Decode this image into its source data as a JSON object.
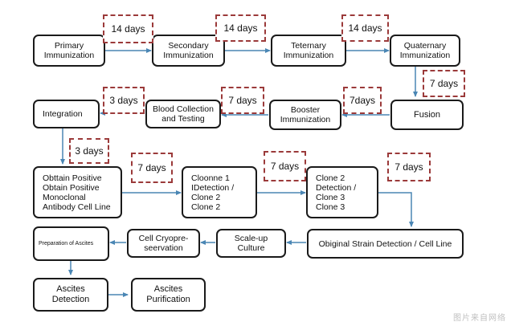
{
  "colors": {
    "arrow": "#4a86b4",
    "box_border": "#1a1a1a",
    "days_border": "#9b3a3a"
  },
  "nodes": {
    "primary": "Primary\nImmunization",
    "secondary": "Secondary\nImmunization",
    "teternary": "Teternary\nImmunization",
    "quaternary": "Quaternary\nImmunization",
    "fusion": "Fusion",
    "booster": "Booster\nImmunization",
    "blood": "Blood Collection\nand Testing",
    "integration": "Integration",
    "obtain": "Obttain Positive\nObtain Positive\nMonoclonal\nAntibody Cell Line",
    "cloone1": "Cloonne 1\nIDetection /\nClone 2\nClone 2",
    "clone2": "Clone 2\nDetection /\nClone 3\nClone 3",
    "original": "Obiginal Strain Detection / Cell Line",
    "scaleup": "Scale-up\nCulture",
    "cryo": "Cell Cryopre-\nseervation",
    "prep_ascites": "Preparation of Ascites",
    "ascites_detection": "Ascites\nDetection",
    "ascites_purification": "Ascites\nPurification"
  },
  "days": {
    "d1": "14 days",
    "d2": "14 days",
    "d3": "14 days",
    "d4": "7 days",
    "d5": "7days",
    "d6": "7 days",
    "d7": "3 days",
    "d8": "3 days",
    "d9": "7 days",
    "d10": "7 days",
    "d11": "7 days"
  },
  "watermark": "图片来自网络"
}
